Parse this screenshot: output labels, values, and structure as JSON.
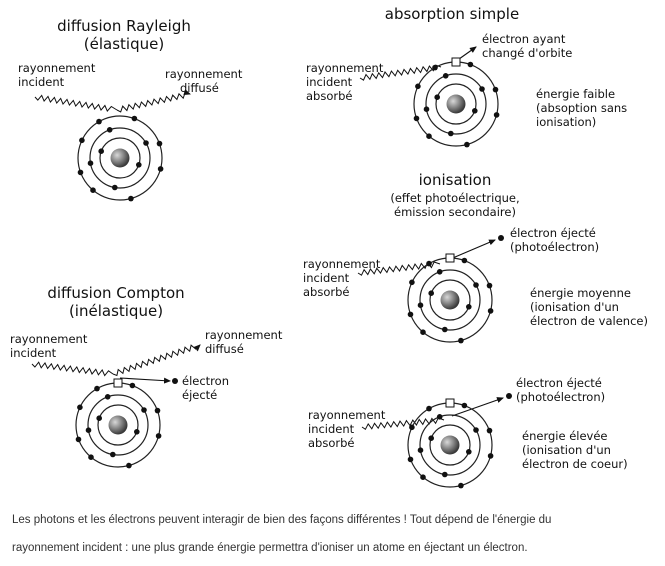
{
  "rayleigh": {
    "title_1": "diffusion Rayleigh",
    "title_2": "(élastique)",
    "incident_1": "rayonnement",
    "incident_2": "incident",
    "scattered_1": "rayonnement",
    "scattered_2": "diffusé"
  },
  "compton": {
    "title_1": "diffusion Compton",
    "title_2": "(inélastique)",
    "incident_1": "rayonnement",
    "incident_2": "incident",
    "scattered_1": "rayonnement",
    "scattered_2": "diffusé",
    "electron_1": "électron",
    "electron_2": "éjecté"
  },
  "absorption": {
    "title": "absorption simple",
    "orbit_1": "électron ayant",
    "orbit_2": "changé d'orbite",
    "absorbed_1": "rayonnement",
    "absorbed_2": "incident",
    "absorbed_3": "absorbé",
    "energy_1": "énergie faible",
    "energy_2": "(absoption sans",
    "energy_3": "ionisation)"
  },
  "ionisation": {
    "title": "ionisation",
    "subtitle_1": "(effet photoélectrique,",
    "subtitle_2": "émission secondaire)"
  },
  "valence": {
    "ejected_1": "électron éjecté",
    "ejected_2": "(photoélectron)",
    "absorbed_1": "rayonnement",
    "absorbed_2": "incident",
    "absorbed_3": "absorbé",
    "energy_1": "énergie moyenne",
    "energy_2": "(ionisation d'un",
    "energy_3": "électron de valence)"
  },
  "core": {
    "ejected_1": "électron éjecté",
    "ejected_2": "(photoélectron)",
    "absorbed_1": "rayonnement",
    "absorbed_2": "incident",
    "absorbed_3": "absorbé",
    "energy_1": "énergie élevée",
    "energy_2": "(ionisation d'un",
    "energy_3": "électron de coeur)"
  },
  "caption": {
    "line_1": "Les photons et les électrons peuvent interagir de bien des façons différentes ! Tout dépend de l'énergie du",
    "line_2": "rayonnement incident : une plus grande énergie permettra d'ioniser un atome en éjectant un électron."
  },
  "colors": {
    "nucleus": "#7a7a7a",
    "line": "#222222",
    "caption": "#333333"
  }
}
